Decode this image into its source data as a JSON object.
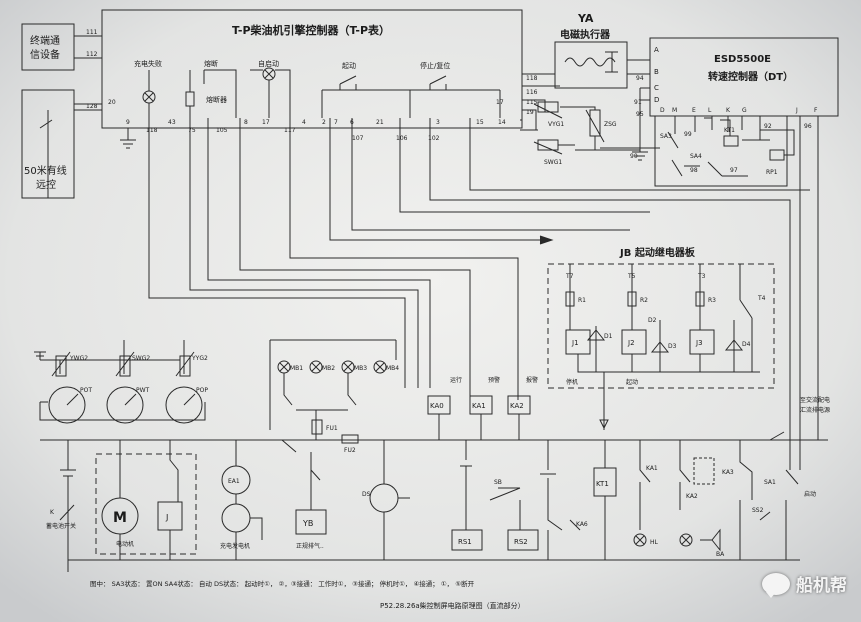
{
  "blocks": {
    "telecom": [
      "终端通",
      "信设备"
    ],
    "remote": [
      "50米有线",
      "远控"
    ],
    "tp_title": "T-P柴油机引擎控制器（T-P表）",
    "ya_code": "YA",
    "ya_name": "电磁执行器",
    "esd_model": "ESD5500E",
    "esd_name": "转速控制器（DT）",
    "jb_title": "JB 起动继电器板"
  },
  "tp_internal": {
    "charge_fail": "充电失败",
    "relay_side": "熔断",
    "fuse_box": "熔断器",
    "auto_start": "自启动",
    "start": "起动",
    "stop_reset": "停止/复位"
  },
  "terminals": {
    "tp_left": [
      "111",
      "112",
      "20",
      "128"
    ],
    "tp_bottom": [
      "9",
      "118",
      "43",
      "75",
      "105",
      "8",
      "17",
      "117",
      "4",
      "2",
      "7",
      "6",
      "21",
      "107",
      "106",
      "3",
      "102",
      "15",
      "14"
    ],
    "tp_right": [
      "118",
      "116",
      "115",
      "19",
      "17"
    ],
    "esd_left": [
      "A",
      "B",
      "C",
      "D"
    ],
    "esd_bottom": [
      "D",
      "M",
      "E",
      "L",
      "K",
      "G",
      "J",
      "F"
    ],
    "esd_aux": [
      "90",
      "91",
      "94",
      "92",
      "96",
      "95",
      "98",
      "97",
      "99"
    ]
  },
  "components": {
    "sensors_top": [
      "VYG1",
      "SWG1",
      "ZSG"
    ],
    "sensors_left": [
      "YWG2",
      "SWG2",
      "YYG2"
    ],
    "gauges": [
      "POT",
      "PWT",
      "POP"
    ],
    "relays_jb": [
      "J1",
      "J2",
      "J3"
    ],
    "jb_resistors": [
      "R1",
      "R2",
      "R3"
    ],
    "jb_diodes": [
      "D1",
      "D2",
      "D3",
      "D4"
    ],
    "jb_terms": [
      "T7",
      "T5",
      "T3",
      "T4"
    ],
    "jb_notes": [
      "停机",
      "起动"
    ],
    "ka": [
      "KA0",
      "KA1",
      "KA2"
    ],
    "ka_notes": [
      "运行",
      "预警",
      "报警"
    ],
    "mb_lamps": [
      "MB1",
      "MB2",
      "MB3",
      "MB4"
    ],
    "sa": [
      "SA3",
      "SA4",
      "KT1",
      "RP1",
      "SA1",
      "SB",
      "SS2"
    ],
    "bottom_labels": [
      "M",
      "J",
      "YB",
      "RS1",
      "RS2",
      "KT1",
      "HL",
      "BA",
      "KA6",
      "KA1",
      "KA2",
      "KA3",
      "FU1",
      "FU2",
      "K",
      "DS",
      "EA1"
    ],
    "captions": [
      "电动机",
      "充电发电机",
      "正规排气..",
      "蓄电池开关",
      "启动"
    ],
    "bus_right": [
      "至交流配电",
      "汇流排电源"
    ]
  },
  "notes": {
    "legend": "图中：    SA3状态：    置ON         SA4状态：    自动         DS状态：  起动时①，  ②，③接通：  工作时①，  ③接通；  停机时①，  ④接通；  ①，  ⑤断开",
    "figure_caption": "P52.28.26a柴控制屏电路原理图（直流部分）"
  },
  "watermark": "船机帮"
}
